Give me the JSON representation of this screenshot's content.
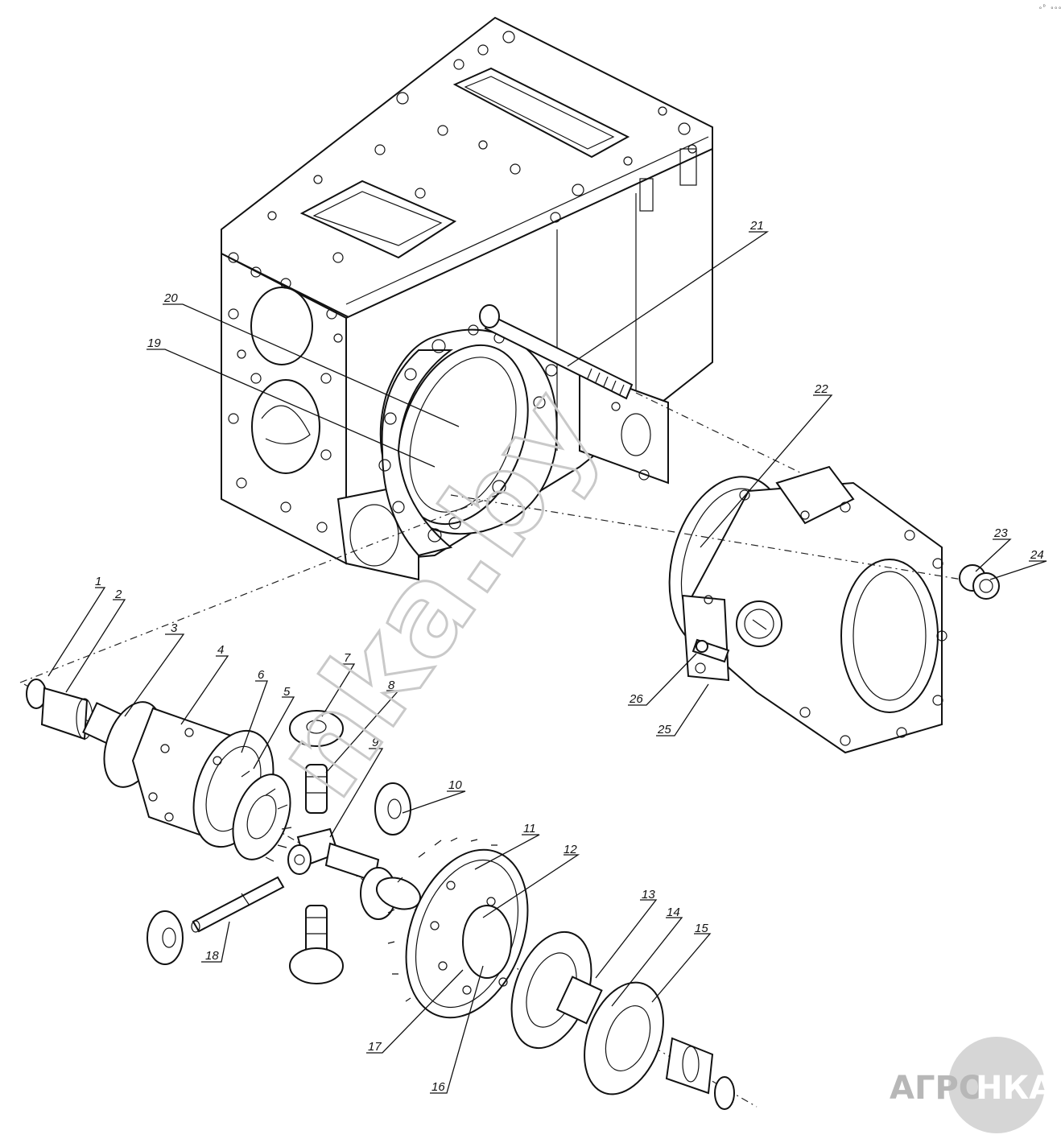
{
  "corner_mark": "ₒᴰ ₒₒₒ",
  "watermark_text": "nka.by",
  "logo": {
    "left": "АГРО",
    "right": "НКА"
  },
  "part_numbers": [
    "1",
    "2",
    "3",
    "4",
    "5",
    "6",
    "7",
    "8",
    "9",
    "10",
    "11",
    "12",
    "13",
    "14",
    "15",
    "16",
    "17",
    "18",
    "19",
    "20",
    "21",
    "22",
    "23",
    "24",
    "25",
    "26"
  ],
  "colors": {
    "line": "#111111",
    "watermark": "#c9c9c9",
    "logo": "#b7b7b7"
  }
}
